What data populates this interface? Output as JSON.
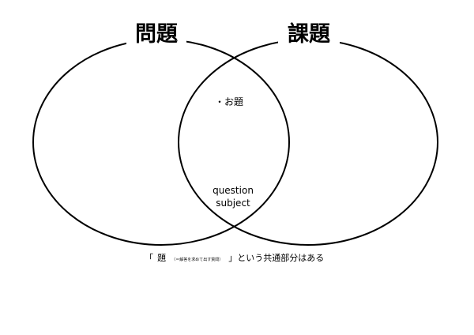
{
  "titles": {
    "left": "問題",
    "right": "課題"
  },
  "intersection": {
    "bullet": "・お題",
    "line1": "question",
    "line2": "subject"
  },
  "footer": {
    "open_bracket": "「",
    "kanji": "題",
    "annotation": "（＝解答を求めて出す質問）",
    "close_text": "」という共通部分はある"
  },
  "colors": {
    "stroke": "#000000",
    "background": "#ffffff"
  }
}
